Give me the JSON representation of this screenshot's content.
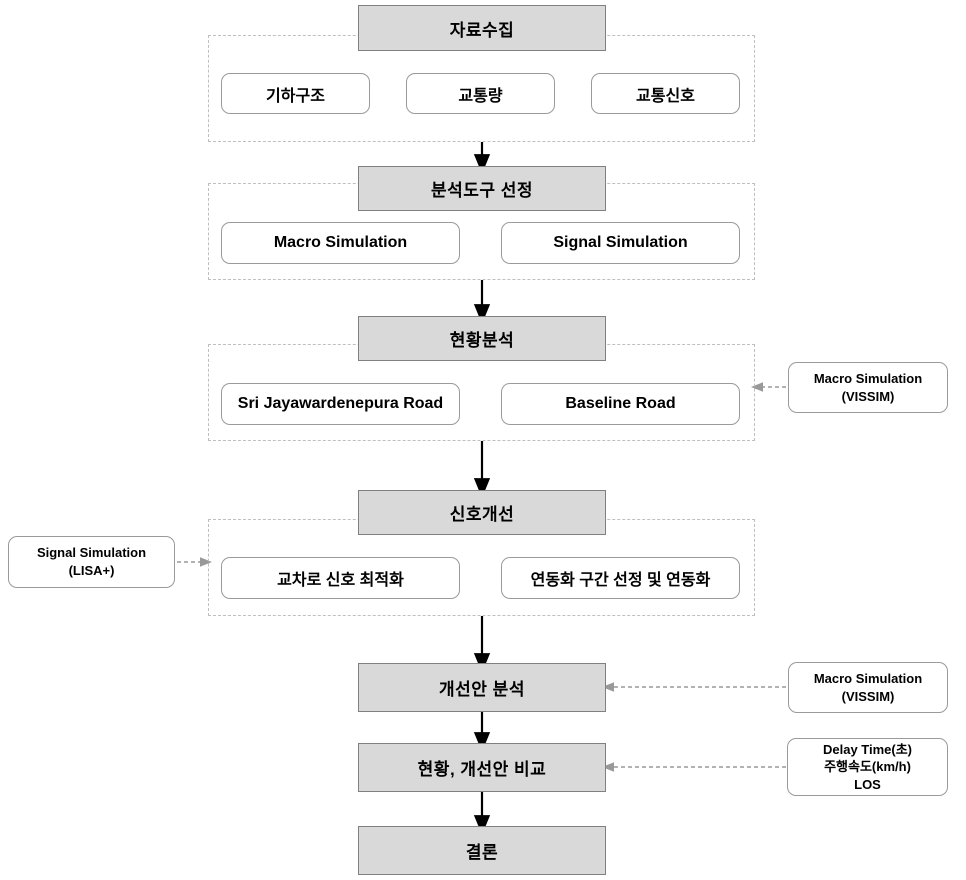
{
  "diagram": {
    "title_text": "",
    "colors": {
      "stage_fill": "#d9d9d9",
      "stage_border": "#808080",
      "sub_border": "#9a9a9a",
      "group_border": "#bfbfbf",
      "arrow_solid": "#000000",
      "arrow_dashed": "#999999"
    },
    "stages": [
      {
        "id": "data-collection",
        "label": "자료수집",
        "children": [
          {
            "id": "geometry",
            "label": "기하구조"
          },
          {
            "id": "traffic-volume",
            "label": "교통량"
          },
          {
            "id": "traffic-signal",
            "label": "교통신호"
          }
        ]
      },
      {
        "id": "tool-selection",
        "label": "분석도구 선정",
        "children": [
          {
            "id": "macro-simulation",
            "label": "Macro Simulation"
          },
          {
            "id": "signal-simulation",
            "label": "Signal Simulation"
          }
        ]
      },
      {
        "id": "current-analysis",
        "label": "현황분석",
        "children": [
          {
            "id": "sri-jayawardenepura-road",
            "label": "Sri Jayawardenepura Road"
          },
          {
            "id": "baseline-road",
            "label": "Baseline Road"
          }
        ]
      },
      {
        "id": "signal-improvement",
        "label": "신호개선",
        "children": [
          {
            "id": "intersection-signal-optimization",
            "label": "교차로 신호 최적화"
          },
          {
            "id": "coordination-section-selection",
            "label": "연동화 구간 선정 및 연동화"
          }
        ]
      },
      {
        "id": "improvement-analysis",
        "label": "개선안 분석",
        "children": []
      },
      {
        "id": "comparison",
        "label": "현황, 개선안 비교",
        "children": []
      },
      {
        "id": "conclusion",
        "label": "결론",
        "children": []
      }
    ],
    "annotations": [
      {
        "id": "macro-simulation-vissim-current",
        "lines": [
          "Macro Simulation",
          "(VISSIM)"
        ],
        "side": "right",
        "target": "current-analysis"
      },
      {
        "id": "signal-simulation-lisa",
        "lines": [
          "Signal Simulation",
          "(LISA+)"
        ],
        "side": "left",
        "target": "signal-improvement"
      },
      {
        "id": "macro-simulation-vissim-improvement",
        "lines": [
          "Macro Simulation",
          "(VISSIM)"
        ],
        "side": "right",
        "target": "improvement-analysis"
      },
      {
        "id": "measures-of-effectiveness",
        "lines": [
          "Delay Time(초)",
          "주행속도(km/h)",
          "LOS"
        ],
        "side": "right",
        "target": "comparison"
      }
    ]
  }
}
